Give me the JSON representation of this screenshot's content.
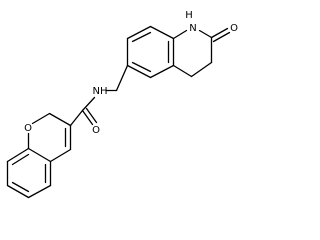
{
  "molecule": {
    "atoms": {
      "amide_nh": "NH",
      "amide_o": "O",
      "lactam_nh": "H",
      "lactam_n": "N",
      "lactam_o": "O",
      "ring_o": "O"
    },
    "colors": {
      "bond": "#000000",
      "label": "#000000",
      "background": "#ffffff"
    }
  }
}
